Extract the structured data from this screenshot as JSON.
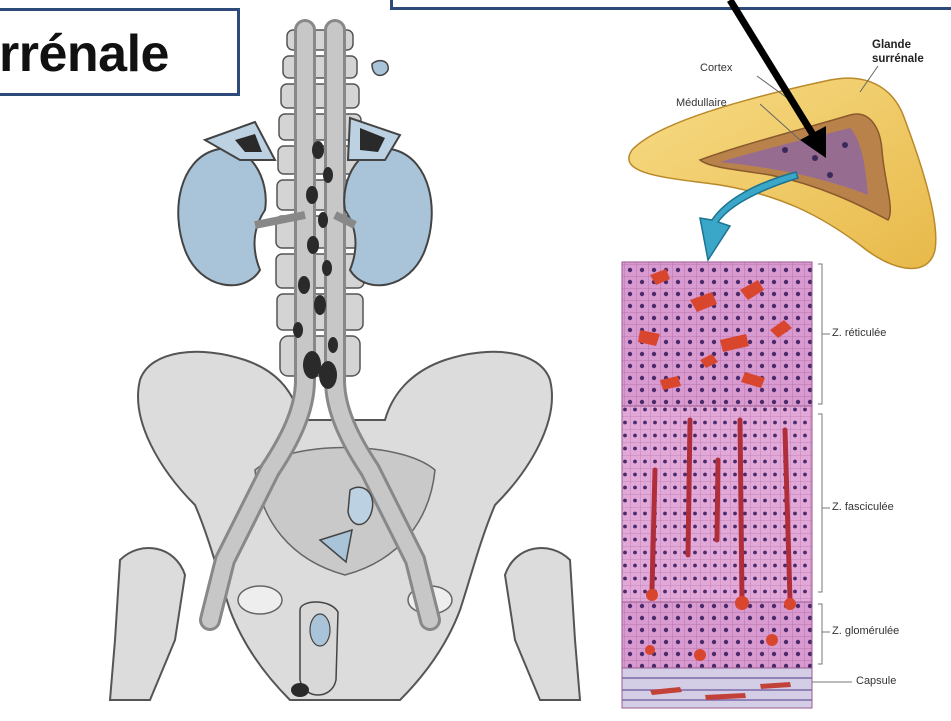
{
  "title": "rrénale",
  "labels": {
    "glande_line1": "Glande",
    "glande_line2": "surrénale",
    "cortex": "Cortex",
    "medullaire": "Médullaire",
    "reticulee": "Z. réticulée",
    "fasciculee": "Z. fasciculée",
    "glomerulee": "Z. glomérulée",
    "capsule": "Capsule"
  },
  "colors": {
    "frame": "#2e4a7a",
    "bone": "#d8d8d8",
    "kidney": "#a9c4d8",
    "gland": "#f3cf6a",
    "tissue": "#c77bbd",
    "arrow_blue": "#3aa6c8"
  }
}
